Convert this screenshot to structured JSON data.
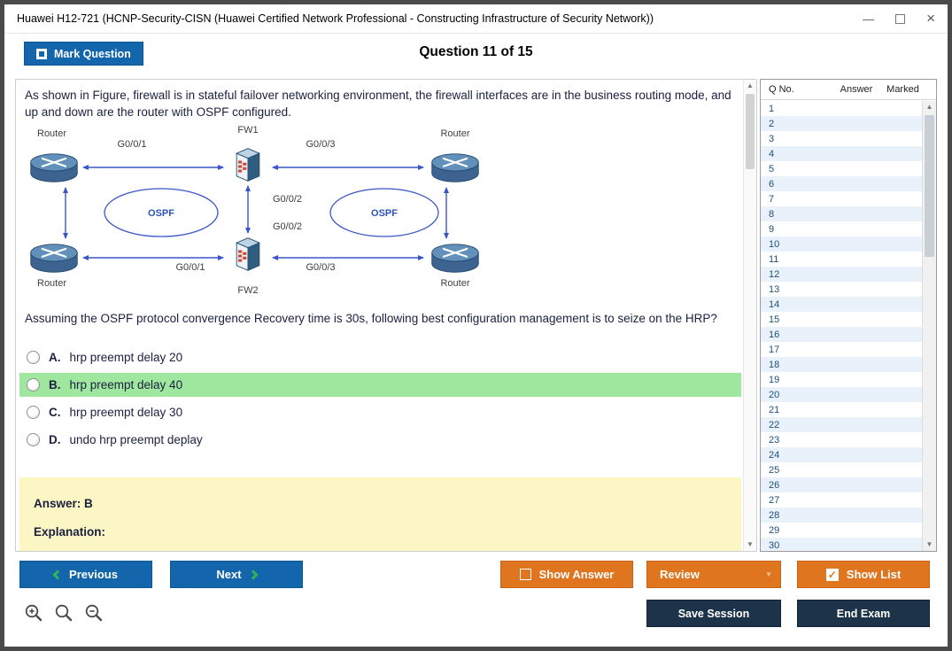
{
  "window": {
    "title": "Huawei H12-721 (HCNP-Security-CISN (Huawei Certified Network Professional - Constructing Infrastructure of Security Network))"
  },
  "icons": {
    "minimize": "—",
    "close": "×",
    "check": "✓",
    "scroll_up": "▲",
    "scroll_down": "▼",
    "dropdown_caret": "▼"
  },
  "header": {
    "mark_question_label": "Mark Question",
    "question_counter": "Question 11 of 15"
  },
  "question": {
    "intro": "As shown in Figure, firewall is in stateful failover networking environment, the firewall interfaces are in the business routing mode, and up and down are the router with OSPF configured.",
    "body": "Assuming the OSPF protocol convergence Recovery time is 30s, following best configuration management is to seize on the HRP?",
    "options": [
      {
        "letter": "A.",
        "text": "hrp preempt delay 20"
      },
      {
        "letter": "B.",
        "text": "hrp preempt delay 40"
      },
      {
        "letter": "C.",
        "text": "hrp preempt delay 30"
      },
      {
        "letter": "D.",
        "text": "undo hrp preempt deplay"
      }
    ],
    "selected_option": "B",
    "answer_label": "Answer: B",
    "explanation_label": "Explanation:"
  },
  "diagram": {
    "fw1": "FW1",
    "fw2": "FW2",
    "router": "Router",
    "ospf": "OSPF",
    "if_g001": "G0/0/1",
    "if_g002": "G0/0/2",
    "if_g003": "G0/0/3"
  },
  "question_list": {
    "headers": {
      "qno": "Q No.",
      "answer": "Answer",
      "marked": "Marked"
    },
    "rows": [
      "1",
      "2",
      "3",
      "4",
      "5",
      "6",
      "7",
      "8",
      "9",
      "10",
      "11",
      "12",
      "13",
      "14",
      "15",
      "16",
      "17",
      "18",
      "19",
      "20",
      "21",
      "22",
      "23",
      "24",
      "25",
      "26",
      "27",
      "28",
      "29",
      "30"
    ]
  },
  "footer": {
    "previous": "Previous",
    "next": "Next",
    "show_answer": "Show Answer",
    "review": "Review",
    "show_list": "Show List",
    "save_session": "Save Session",
    "end_exam": "End Exam"
  },
  "colors": {
    "accent_blue": "#1466ac",
    "accent_orange": "#e0751f",
    "dark_navy": "#1c3349",
    "option_selected_green": "#9fe79f",
    "answer_box_yellow": "#fcf6c5"
  }
}
